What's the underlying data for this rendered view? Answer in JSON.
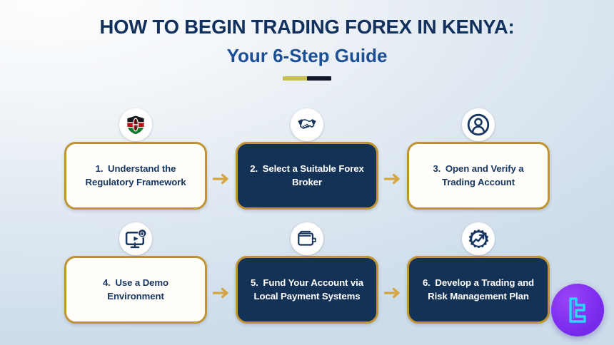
{
  "title": {
    "line1": "HOW TO BEGIN TRADING FOREX IN KENYA:",
    "line2": "Your 6-Step Guide"
  },
  "colors": {
    "navy": "#143156",
    "title_navy": "#11305c",
    "title_blue": "#1d4f94",
    "gold_border": "#c09432",
    "arrow_gold": "#d2a martin",
    "divider_olive": "#c9bf4e",
    "divider_dark": "#11182c",
    "card_light_bg": "#fffefb",
    "logo_purple": "#7d2ef0",
    "logo_cyan": "#28d7f5"
  },
  "steps": [
    {
      "number": "1.",
      "text": "Understand the Regulatory Framework",
      "icon": "kenya-shield-icon",
      "style": "light"
    },
    {
      "number": "2.",
      "text": "Select a Suitable Forex Broker",
      "icon": "handshake-icon",
      "style": "dark"
    },
    {
      "number": "3.",
      "text": "Open and Verify a Trading Account",
      "icon": "user-account-icon",
      "style": "light"
    },
    {
      "number": "4.",
      "text": "Use a Demo Environment",
      "icon": "demo-monitor-icon",
      "style": "light"
    },
    {
      "number": "5.",
      "text": "Fund Your Account via Local Payment Systems",
      "icon": "wallet-icon",
      "style": "dark"
    },
    {
      "number": "6.",
      "text": "Develop a Trading and Risk Management Plan",
      "icon": "gear-growth-chart-icon",
      "style": "dark"
    }
  ],
  "arrows": {
    "label": "next-step-arrow",
    "count": 4
  },
  "logo": {
    "label": "brand-logo",
    "mark": "stylized-letter-e"
  }
}
